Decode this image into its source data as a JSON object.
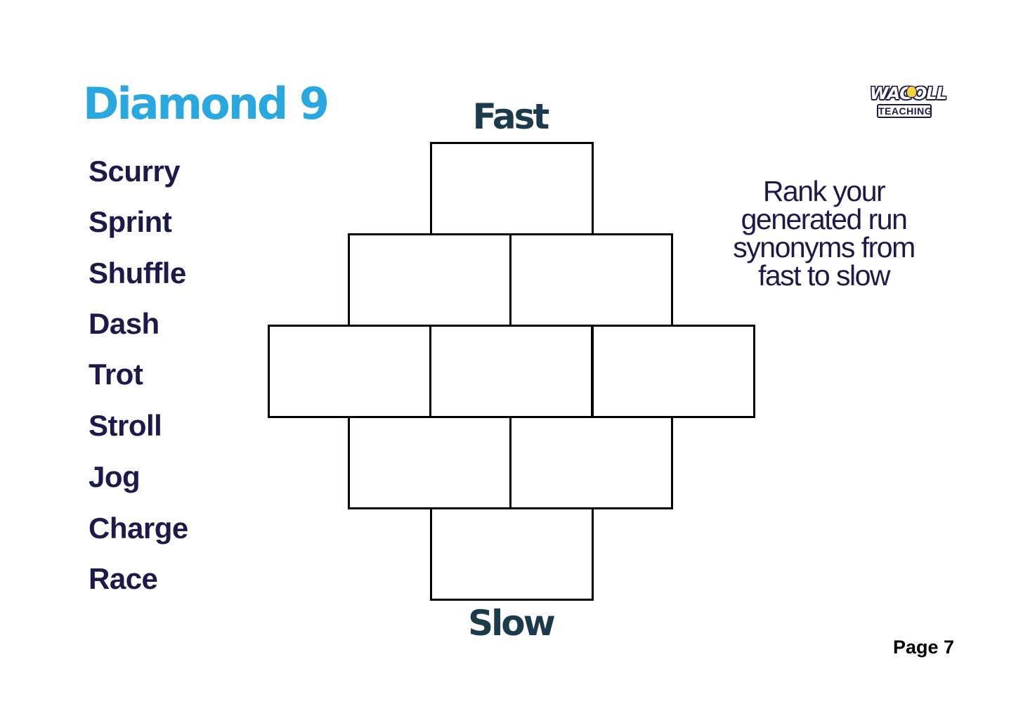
{
  "title": "Diamond 9",
  "words": [
    "Scurry",
    "Sprint",
    "Shuffle",
    "Dash",
    "Trot",
    "Stroll",
    "Jog",
    "Charge",
    "Race"
  ],
  "diamond": {
    "top_label": "Fast",
    "bottom_label": "Slow",
    "row_counts": [
      1,
      2,
      3,
      2,
      1
    ]
  },
  "instructions": [
    "Rank your",
    "generated run",
    "synonyms from",
    "fast to slow"
  ],
  "logo": {
    "top": "WAGOLL",
    "bottom": "TEACHING",
    "icon": "lightbulb-icon"
  },
  "page_label": "Page 7",
  "colors": {
    "title": "#29a8e0",
    "text": "#1b1a4b",
    "labels": "#1b3a4b",
    "box_border": "#000000"
  }
}
